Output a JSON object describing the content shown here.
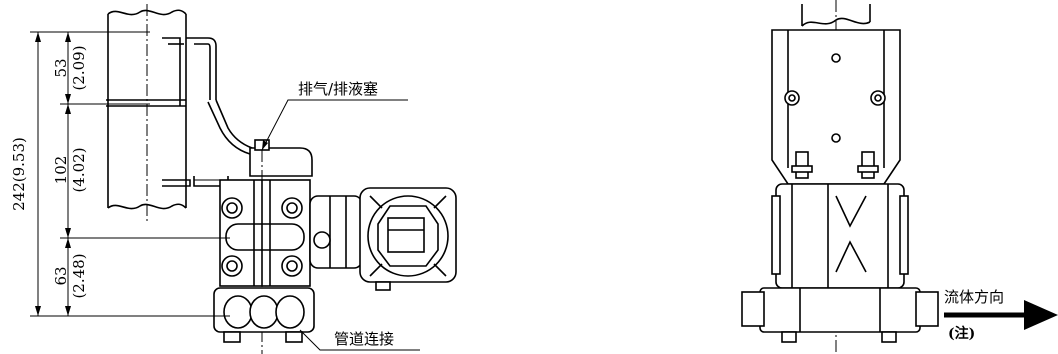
{
  "left_view": {
    "dimensions": {
      "total": "242(9.53)",
      "top_mm": "53",
      "top_in": "(2.09)",
      "mid_mm": "102",
      "mid_in": "(4.02)",
      "bot_mm": "63",
      "bot_in": "(2.48)"
    },
    "callouts": {
      "vent_drain_plug": "排气/排液塞",
      "pipe_connection": "管道连接"
    }
  },
  "right_view": {
    "flow_direction_label": "流体方向",
    "flow_note": "(注)"
  }
}
